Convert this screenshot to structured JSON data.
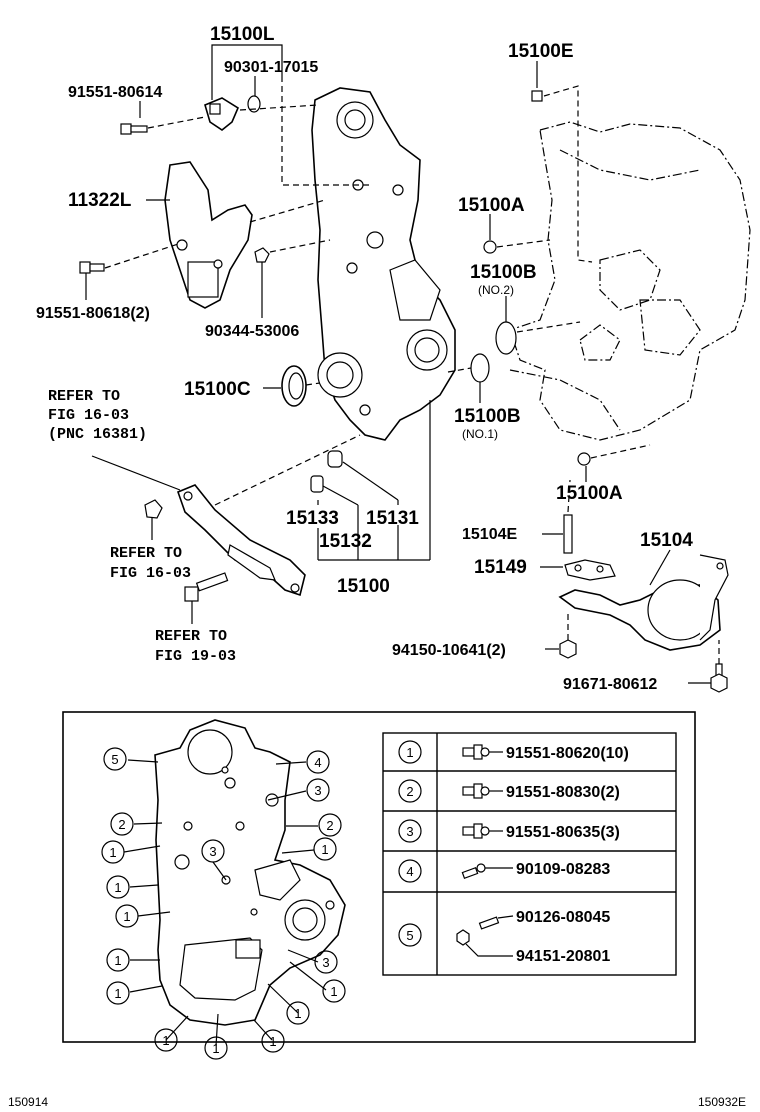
{
  "labels": {
    "p15100L": "15100L",
    "p90301": "90301-17015",
    "p91551_80614": "91551-80614",
    "p15100E": "15100E",
    "p11322L": "11322L",
    "p15100A_top": "15100A",
    "p15100B_no2": "15100B",
    "p15100B_no2_sub": "(NO.2)",
    "p91551_80618": "91551-80618(2)",
    "p90344": "90344-53006",
    "p15100C": "15100C",
    "p15100B_no1": "15100B",
    "p15100B_no1_sub": "(NO.1)",
    "p15100A_bot": "15100A",
    "p15133": "15133",
    "p15131": "15131",
    "p15132": "15132",
    "p15100": "15100",
    "p15104E": "15104E",
    "p15104": "15104",
    "p15149": "15149",
    "p94150": "94150-10641(2)",
    "p91671": "91671-80612"
  },
  "notes": {
    "refer1_l1": "REFER TO",
    "refer1_l2": "FIG 16-03",
    "refer1_l3": "(PNC 16381)",
    "refer2_l1": "REFER TO",
    "refer2_l2": "FIG 16-03",
    "refer3_l1": "REFER TO",
    "refer3_l2": "FIG 19-03"
  },
  "legend": {
    "rows": [
      {
        "key": "1",
        "parts": [
          "91551-80620(10)"
        ]
      },
      {
        "key": "2",
        "parts": [
          "91551-80830(2)"
        ]
      },
      {
        "key": "3",
        "parts": [
          "91551-80635(3)"
        ]
      },
      {
        "key": "4",
        "parts": [
          "90109-08283"
        ]
      },
      {
        "key": "5",
        "parts": [
          "90126-08045",
          "94151-20801"
        ]
      }
    ]
  },
  "callouts": {
    "c1": "1",
    "c2": "2",
    "c3": "3",
    "c4": "4",
    "c5": "5"
  },
  "footer": {
    "left": "150914",
    "right": "150932E"
  }
}
